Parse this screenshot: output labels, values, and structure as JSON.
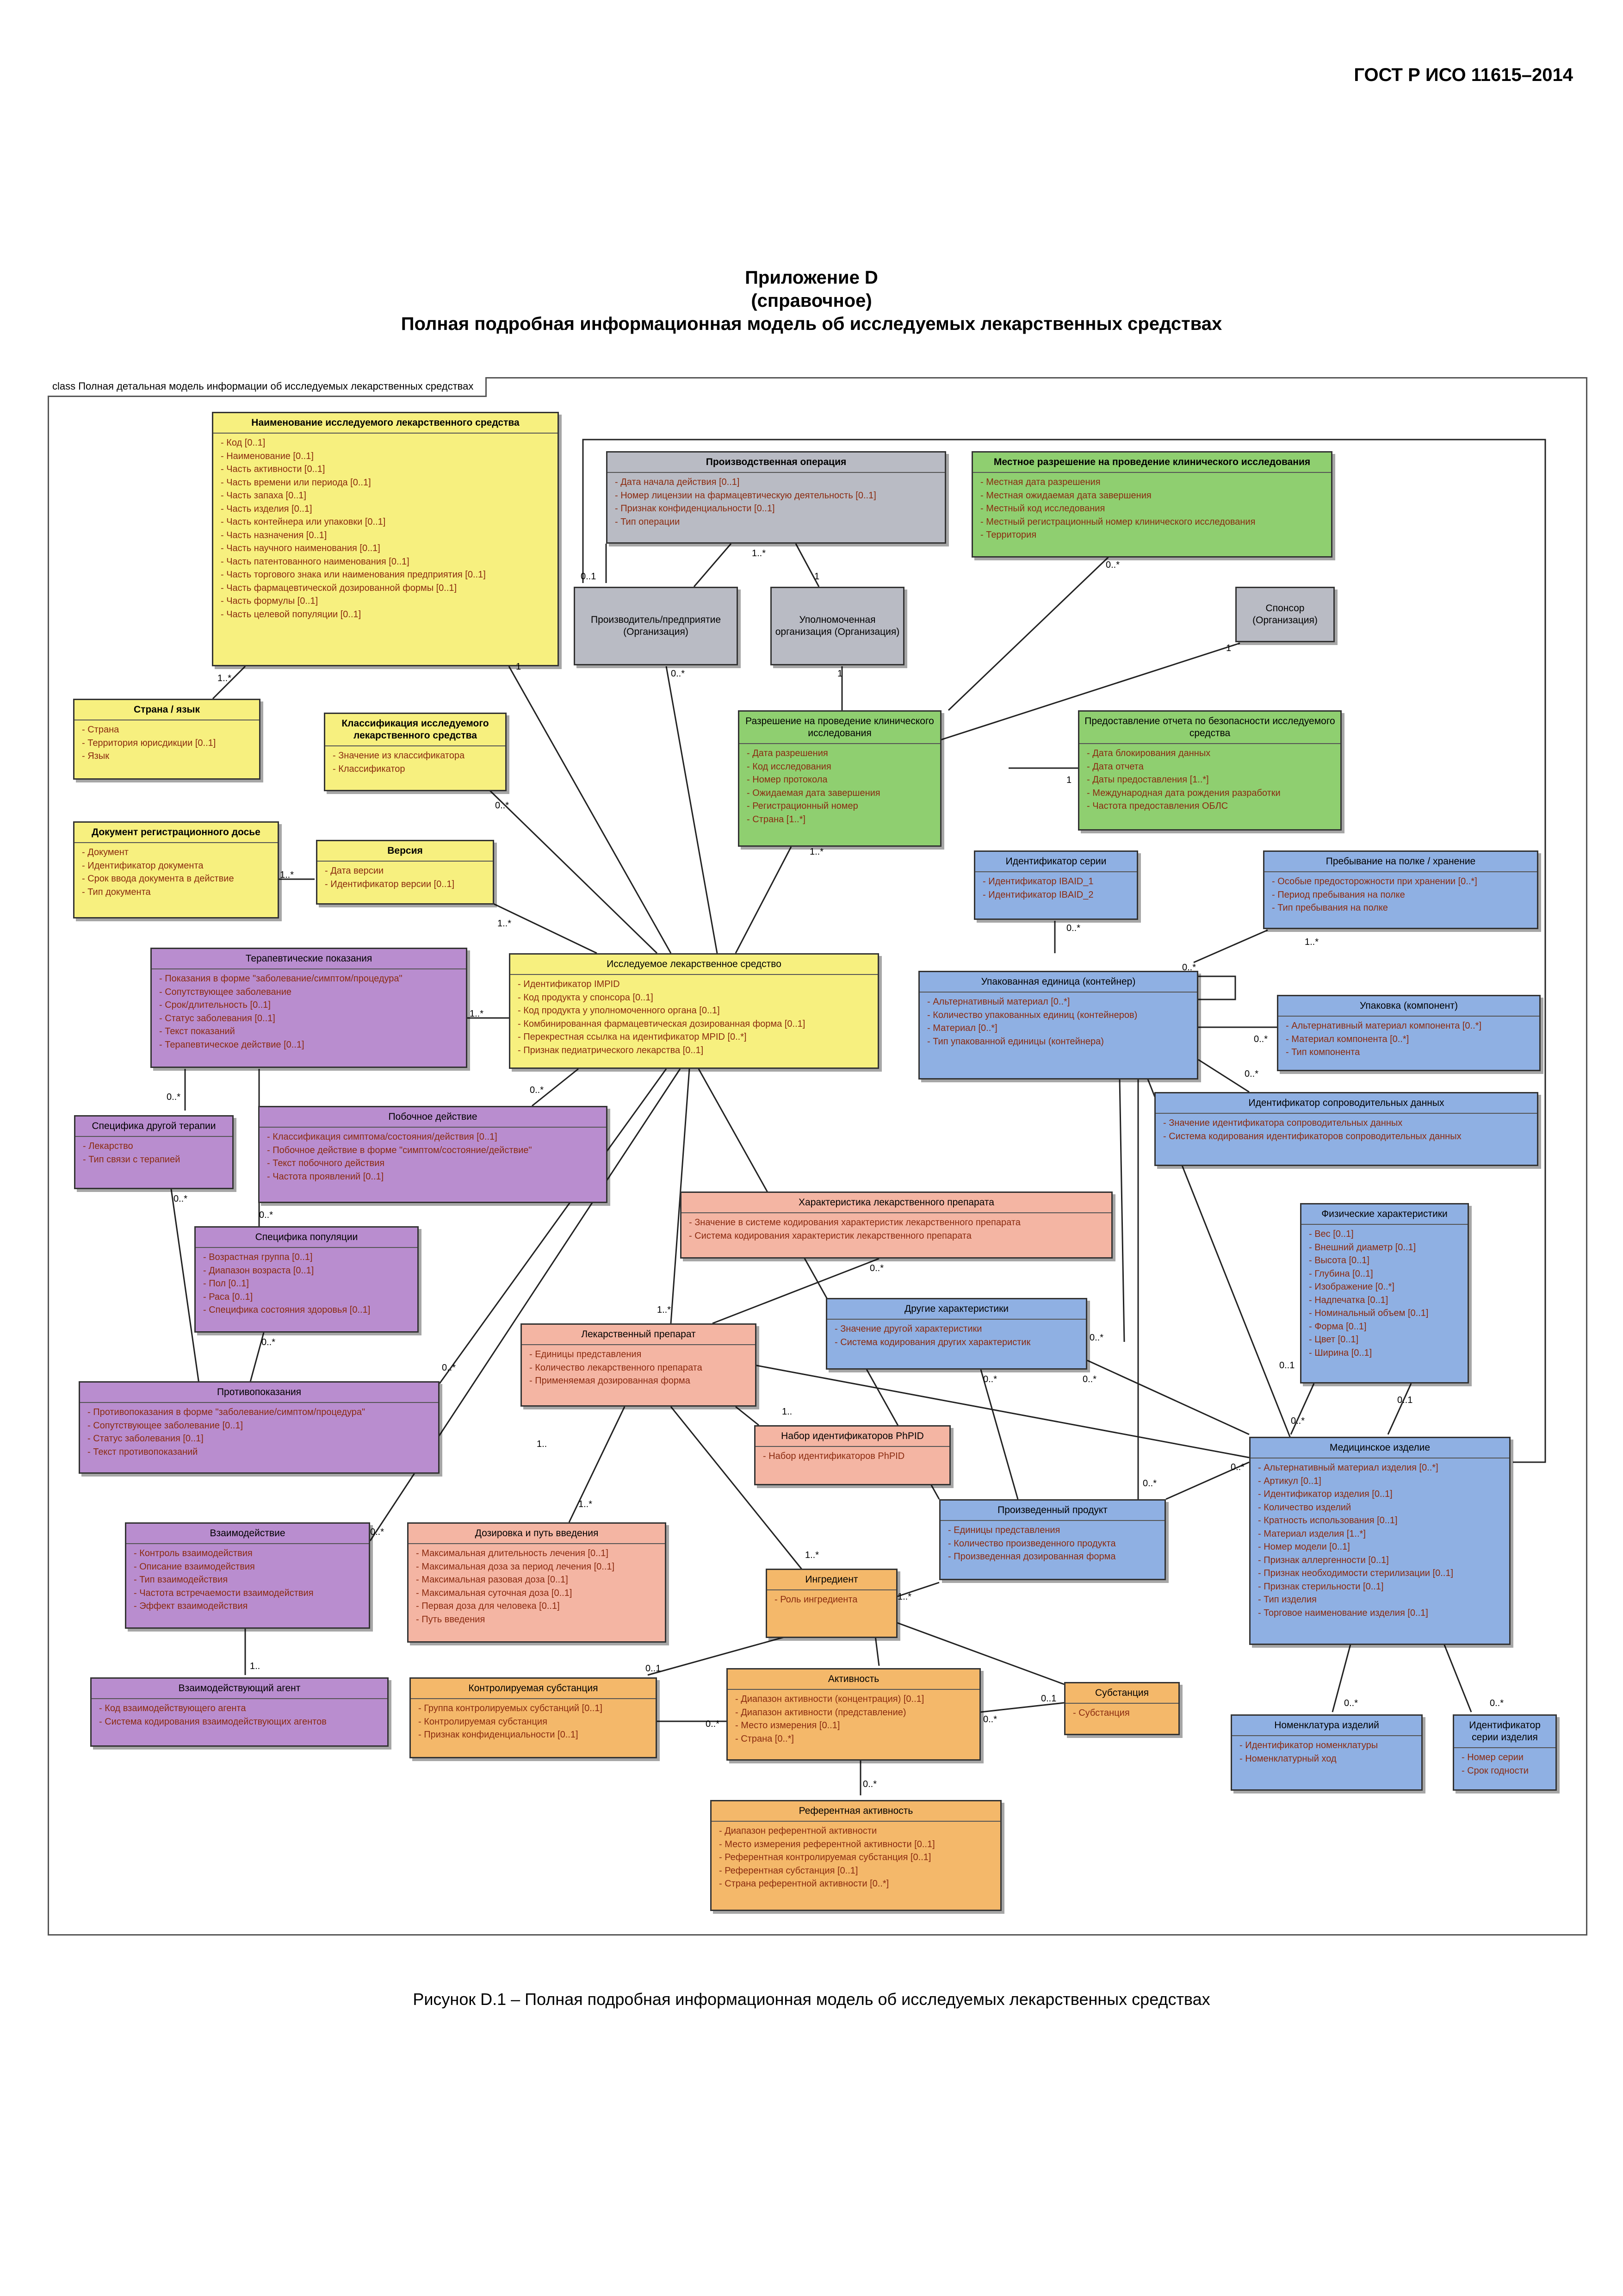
{
  "header": "ГОСТ Р ИСО 11615–2014",
  "title_line1": "Приложение D",
  "title_line2": "(справочное)",
  "title_line3": "Полная подробная информационная модель об исследуемых лекарственных средствах",
  "frame_label": "class Полная детальная модель информации об исследуемых лекарственных средствах",
  "caption": "Рисунок D.1 – Полная подробная информационная модель об исследуемых лекарственных средствах",
  "classes": {
    "naimenovanie": {
      "name": "Наименование исследуемого лекарственного средства",
      "attrs": [
        "Код [0..1]",
        "Наименование [0..1]",
        "Часть активности [0..1]",
        "Часть времени или периода [0..1]",
        "Часть запаха [0..1]",
        "Часть изделия [0..1]",
        "Часть контейнера или упаковки [0..1]",
        "Часть назначения [0..1]",
        "Часть научного наименования [0..1]",
        "Часть патентованного наименования [0..1]",
        "Часть торгового знака или наименования предприятия [0..1]",
        "Часть фармацевтической дозированной формы [0..1]",
        "Часть формулы [0..1]",
        "Часть целевой популяции [0..1]"
      ]
    },
    "strana": {
      "name": "Страна / язык",
      "attrs": [
        "Страна",
        "Территория юрисдикции [0..1]",
        "Язык"
      ]
    },
    "klassifikaciya": {
      "name": "Классификация исследуемого лекарственного средства",
      "attrs": [
        "Значение из классификатора",
        "Классификатор"
      ]
    },
    "dokument": {
      "name": "Документ регистрационного досье",
      "attrs": [
        "Документ",
        "Идентификатор документа",
        "Срок ввода документа в действие",
        "Тип документа"
      ]
    },
    "versiya": {
      "name": "Версия",
      "attrs": [
        "Дата версии",
        "Идентификатор версии [0..1]"
      ]
    },
    "proizv_operaciya": {
      "name": "Производственная операция",
      "attrs": [
        "Дата начала действия [0..1]",
        "Номер лицензии на фармацевтическую деятельность [0..1]",
        "Признак конфиденциальности [0..1]",
        "Тип операции"
      ]
    },
    "mestnoe": {
      "name": "Местное разрешение на проведение клинического исследования",
      "attrs": [
        "Местная дата разрешения",
        "Местная ожидаемая дата завершения",
        "Местный код исследования",
        "Местный регистрационный номер клинического исследования",
        "Территория"
      ]
    },
    "proizvoditel": {
      "name": "Производитель/предприятие (Организация)",
      "attrs": []
    },
    "upolnomochennaya": {
      "name": "Уполномоченная организация (Организация)",
      "attrs": []
    },
    "sponsor": {
      "name": "Спонсор (Организация)",
      "attrs": []
    },
    "razreshenie": {
      "name": "Разрешение на проведение клинического исследования",
      "attrs": [
        "Дата разрешения",
        "Код исследования",
        "Номер протокола",
        "Ожидаемая дата завершения",
        "Регистрационный номер",
        "Страна [1..*]"
      ]
    },
    "otchet": {
      "name": "Предоставление отчета по безопасности исследуемого средства",
      "attrs": [
        "Дата блокирования данных",
        "Дата отчета",
        "Даты предоставления [1..*]",
        "Международная дата рождения разработки",
        "Частота предоставления ОБЛС"
      ]
    },
    "id_serii": {
      "name": "Идентификатор серии",
      "attrs": [
        "Идентификатор IBAID_1",
        "Идентификатор IBAID_2"
      ]
    },
    "prebyvanie": {
      "name": "Пребывание на полке / хранение",
      "attrs": [
        "Особые предосторожности при хранении [0..*]",
        "Период пребывания на полке",
        "Тип пребывания на полке"
      ]
    },
    "terapevt": {
      "name": "Терапевтические показания",
      "attrs": [
        "Показания в форме \"заболевание/симптом/процедура\"",
        "Сопутствующее заболевание",
        "Срок/длительность [0..1]",
        "Статус заболевания [0..1]",
        "Текст показаний",
        "Терапевтическое действие [0..1]"
      ]
    },
    "issleduemoe": {
      "name": "Исследуемое лекарственное средство",
      "attrs": [
        "Идентификатор IMPID",
        "Код продукта у спонсора [0..1]",
        "Код продукта у уполномоченного органа [0..1]",
        "Комбинированная фармацевтическая дозированная форма [0..1]",
        "Перекрестная ссылка на идентификатор MPID [0..*]",
        "Признак педиатрического лекарства [0..1]"
      ]
    },
    "upakovannaya": {
      "name": "Упакованная единица (контейнер)",
      "attrs": [
        "Альтернативный материал [0..*]",
        "Количество упакованных единиц (контейнеров)",
        "Материал [0..*]",
        "Тип упакованной единицы (контейнера)"
      ]
    },
    "upakovka": {
      "name": "Упаковка (компонент)",
      "attrs": [
        "Альтернативный материал компонента [0..*]",
        "Материал компонента [0..*]",
        "Тип компонента"
      ]
    },
    "id_soprov": {
      "name": "Идентификатор сопроводительных данных",
      "attrs": [
        "Значение идентификатора сопроводительных данных",
        "Система кодирования идентификаторов сопроводительных данных"
      ]
    },
    "specifika_drugoi": {
      "name": "Специфика другой терапии",
      "attrs": [
        "Лекарство",
        "Тип связи с терапией"
      ]
    },
    "pobochnoe": {
      "name": "Побочное действие",
      "attrs": [
        "Классификация симптома/состояния/действия [0..1]",
        "Побочное действие в форме \"симптом/состояние/действие\"",
        "Текст побочного действия",
        "Частота проявлений [0..1]"
      ]
    },
    "harakteristika": {
      "name": "Характеристика лекарственного препарата",
      "attrs": [
        "Значение в системе кодирования характеристик лекарственного препарата",
        "Система кодирования характеристик лекарственного препарата"
      ]
    },
    "fizicheskie": {
      "name": "Физические характеристики",
      "attrs": [
        "Вес [0..1]",
        "Внешний диаметр [0..1]",
        "Высота [0..1]",
        "Глубина [0..1]",
        "Изображение [0..*]",
        "Надпечатка [0..1]",
        "Номинальный объем [0..1]",
        "Форма [0..1]",
        "Цвет [0..1]",
        "Ширина [0..1]"
      ]
    },
    "specifika_pop": {
      "name": "Специфика популяции",
      "attrs": [
        "Возрастная группа [0..1]",
        "Диапазон возраста [0..1]",
        "Пол [0..1]",
        "Раса [0..1]",
        "Специфика состояния здоровья [0..1]"
      ]
    },
    "drugie": {
      "name": "Другие характеристики",
      "attrs": [
        "Значение другой характеристики",
        "Система кодирования других характеристик"
      ]
    },
    "lek_preparat": {
      "name": "Лекарственный препарат",
      "attrs": [
        "Единицы представления",
        "Количество лекарственного препарата",
        "Применяемая дозированная форма"
      ]
    },
    "protivopokazaniya": {
      "name": "Противопоказания",
      "attrs": [
        "Противопоказания в форме \"заболевание/симптом/процедура\"",
        "Сопутствующее заболевание [0..1]",
        "Статус заболевания [0..1]",
        "Текст противопоказаний"
      ]
    },
    "nabor": {
      "name": "Набор идентификаторов PhPID",
      "attrs": [
        "Набор идентификаторов PhPID"
      ]
    },
    "med_izdelie": {
      "name": "Медицинское изделие",
      "attrs": [
        "Альтернативный материал изделия [0..*]",
        "Артикул [0..1]",
        "Идентификатор изделия [0..1]",
        "Количество изделий",
        "Кратность использования [0..1]",
        "Материал изделия [1..*]",
        "Номер модели [0..1]",
        "Признак аллергенности [0..1]",
        "Признак необходимости стерилизации [0..1]",
        "Признак стерильности [0..1]",
        "Тип изделия",
        "Торговое наименование изделия [0..1]"
      ]
    },
    "vzaimodeistvie": {
      "name": "Взаимодействие",
      "attrs": [
        "Контроль взаимодействия",
        "Описание взаимодействия",
        "Тип взаимодействия",
        "Частота встречаемости взаимодействия",
        "Эффект взаимодействия"
      ]
    },
    "dozirovka": {
      "name": "Дозировка и путь введения",
      "attrs": [
        "Максимальная длительность лечения [0..1]",
        "Максимальная доза за период лечения [0..1]",
        "Максимальная разовая доза [0..1]",
        "Максимальная суточная доза [0..1]",
        "Первая доза для человека [0..1]",
        "Путь введения"
      ]
    },
    "proizvedenny": {
      "name": "Произведенный продукт",
      "attrs": [
        "Единицы представления",
        "Количество произведенного продукта",
        "Произведенная дозированная форма"
      ]
    },
    "ingredient": {
      "name": "Ингредиент",
      "attrs": [
        "Роль ингредиента"
      ]
    },
    "vz_agent": {
      "name": "Взаимодействующий агент",
      "attrs": [
        "Код взаимодействующего агента",
        "Система кодирования взаимодействующих агентов"
      ]
    },
    "kontrol_sub": {
      "name": "Контролируемая субстанция",
      "attrs": [
        "Группа контролируемых субстанций [0..1]",
        "Контролируемая субстанция",
        "Признак конфиденциальности [0..1]"
      ]
    },
    "aktivnost": {
      "name": "Активность",
      "attrs": [
        "Диапазон активности (концентрация) [0..1]",
        "Диапазон активности (представление)",
        "Место измерения [0..1]",
        "Страна [0..*]"
      ]
    },
    "substanciya": {
      "name": "Субстанция",
      "attrs": [
        "Субстанция"
      ]
    },
    "nomenklatura": {
      "name": "Номенклатура изделий",
      "attrs": [
        "Идентификатор номенклатуры",
        "Номенклатурный ход"
      ]
    },
    "id_serii_izd": {
      "name": "Идентификатор серии изделия",
      "attrs": [
        "Номер серии",
        "Срок годности"
      ]
    },
    "referentnaya": {
      "name": "Референтная активность",
      "attrs": [
        "Диапазон референтной активности",
        "Место измерения референтной активности [0..1]",
        "Референтная контролируемая субстанция [0..1]",
        "Референтная субстанция [0..1]",
        "Страна референтной активности [0..*]"
      ]
    }
  },
  "multiplicities": {
    "m1": "1..*",
    "m2": "1",
    "m3": "0..1",
    "m4": "1..*",
    "m5": "1",
    "m6": "0..*",
    "m7": "0..*",
    "m8": "1",
    "m9": "1",
    "m10": "0..*",
    "m11": "1..*",
    "m12": "1",
    "m13": "1..*",
    "m14": "1..*",
    "m15": "0..*",
    "m16": "1..*",
    "m17": "0..*",
    "m18": "1..*",
    "m19": "0..*",
    "m20": "0..*",
    "m21": "0..*",
    "m22": "0..*",
    "m23": "0..*",
    "m24": "0..*",
    "m25": "0..*",
    "m26": "1..*",
    "m27": "0..*",
    "m28": "0..*",
    "m29": "1..",
    "m30": "0..*",
    "m31": "0..*",
    "m32": "0..*",
    "m33": "0..1",
    "m34": "0..1",
    "m35": "0..*",
    "m36": "0..*",
    "m37": "1..*",
    "m38": "1..*",
    "m39": "1..*",
    "m40": "0..*",
    "m41": "0..1",
    "m42": "0..*",
    "m43": "0..*",
    "m44": "0..1",
    "m45": "1..",
    "m46": "0..*",
    "m47": "0..*",
    "m48": "0..*",
    "m49": "0..*",
    "m50": "1.."
  }
}
